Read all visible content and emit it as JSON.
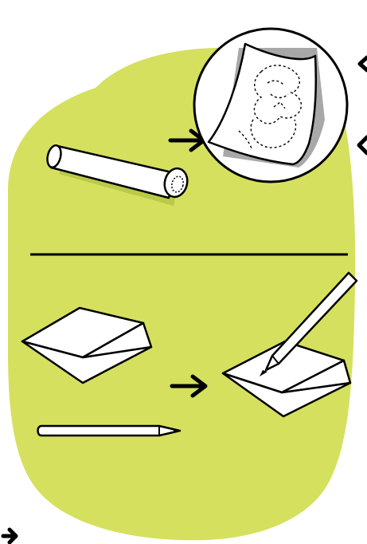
{
  "illustration": {
    "panels": [
      {
        "name": "trace-step",
        "items": [
          "rolled-paper",
          "arrow",
          "traced-drawing-magnified"
        ]
      },
      {
        "name": "prepare-step",
        "items": [
          "folded-paper",
          "pencil",
          "arrow",
          "pencil-on-paper"
        ]
      }
    ]
  },
  "colors": {
    "background": "#ffffff",
    "blob": "#d5e05f",
    "stroke": "#000000",
    "paper": "#ffffff",
    "shadow": "#9a9a9a"
  }
}
